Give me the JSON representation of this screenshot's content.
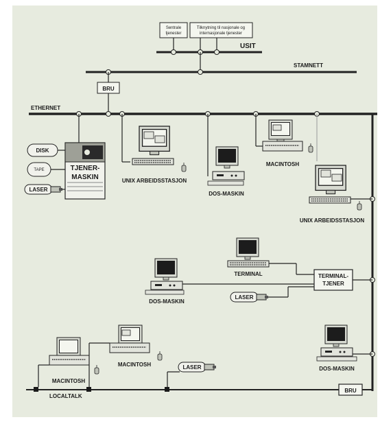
{
  "labels": {
    "usit": "USIT",
    "stamnett": "STAMNETT",
    "bru_top": "BRU",
    "ethernet": "ETHERNET",
    "sentrale_1": "Sentrale",
    "sentrale_2": "tjenester",
    "tilknytning_1": "Tilknytning til nasjonale og",
    "tilknytning_2": "internasjonale tjenester",
    "disk": "DISK",
    "tape": "TAPE",
    "laser_server": "LASER",
    "tjener_1": "TJENER-",
    "tjener_2": "MASKIN",
    "unix_1": "UNIX ARBEIDSSTASJON",
    "dos_1": "DOS-MASKIN",
    "macintosh_1": "MACINTOSH",
    "unix_2": "UNIX ARBEIDSSTASJON",
    "terminal": "TERMINAL",
    "terminal_tjener_1": "TERMINAL-",
    "terminal_tjener_2": "TJENER",
    "dos_2": "DOS-MASKIN",
    "laser_mid": "LASER",
    "macintosh_2": "MACINTOSH",
    "macintosh_3": "MACINTOSH",
    "laser_bottom": "LASER",
    "localtalk": "LOCALTALK",
    "dos_3": "DOS-MASKIN",
    "bru_bottom": "BRU"
  },
  "colors": {
    "page": "#e7ebdf",
    "ink": "#1a1a1a",
    "line": "#222222",
    "gray": "#8a8c86",
    "screen": "#f4f6ef"
  }
}
